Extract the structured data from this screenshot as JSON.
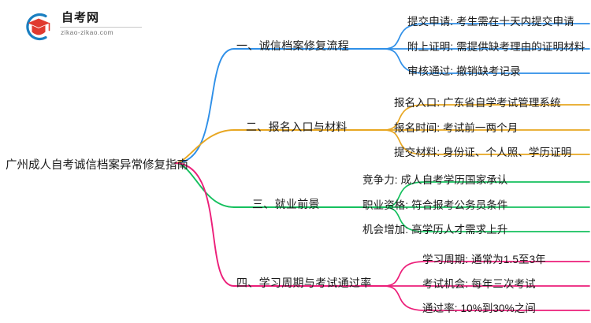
{
  "logo": {
    "name": "zikao-logo",
    "title": "自考网",
    "subtitle": "zikao-zikao.com",
    "mark_blue": "#1a7fc1",
    "mark_red": "#e03a2f"
  },
  "mindmap": {
    "root": {
      "label": "广州成人自考诚信档案异常修复指南"
    },
    "branches": [
      {
        "label": "一、诚信档案修复流程",
        "color": "#2e8fe8",
        "children": [
          {
            "label": "提交申请: 考生需在十天内提交申请"
          },
          {
            "label": "附上证明: 需提供缺考理由的证明材料"
          },
          {
            "label": "审核通过: 撤销缺考记录"
          }
        ]
      },
      {
        "label": "二、报名入口与材料",
        "color": "#e8a722",
        "children": [
          {
            "label": "报名入口: 广东省自学考试管理系统"
          },
          {
            "label": "报名时间: 考试前一两个月"
          },
          {
            "label": "提交材料: 身份证、个人照、学历证明"
          }
        ]
      },
      {
        "label": "三、就业前景",
        "color": "#15c05e",
        "children": [
          {
            "label": "竞争力: 成人自考学历国家承认"
          },
          {
            "label": "职业资格: 符合报考公务员条件"
          },
          {
            "label": "机会增加: 高学历人才需求上升"
          }
        ]
      },
      {
        "label": "四、学习周期与考试通过率",
        "color": "#ec1e79",
        "children": [
          {
            "label": "学习周期: 通常为1.5至3年"
          },
          {
            "label": "考试机会: 每年三次考试"
          },
          {
            "label": "通过率: 10%到30%之间"
          }
        ]
      }
    ]
  }
}
